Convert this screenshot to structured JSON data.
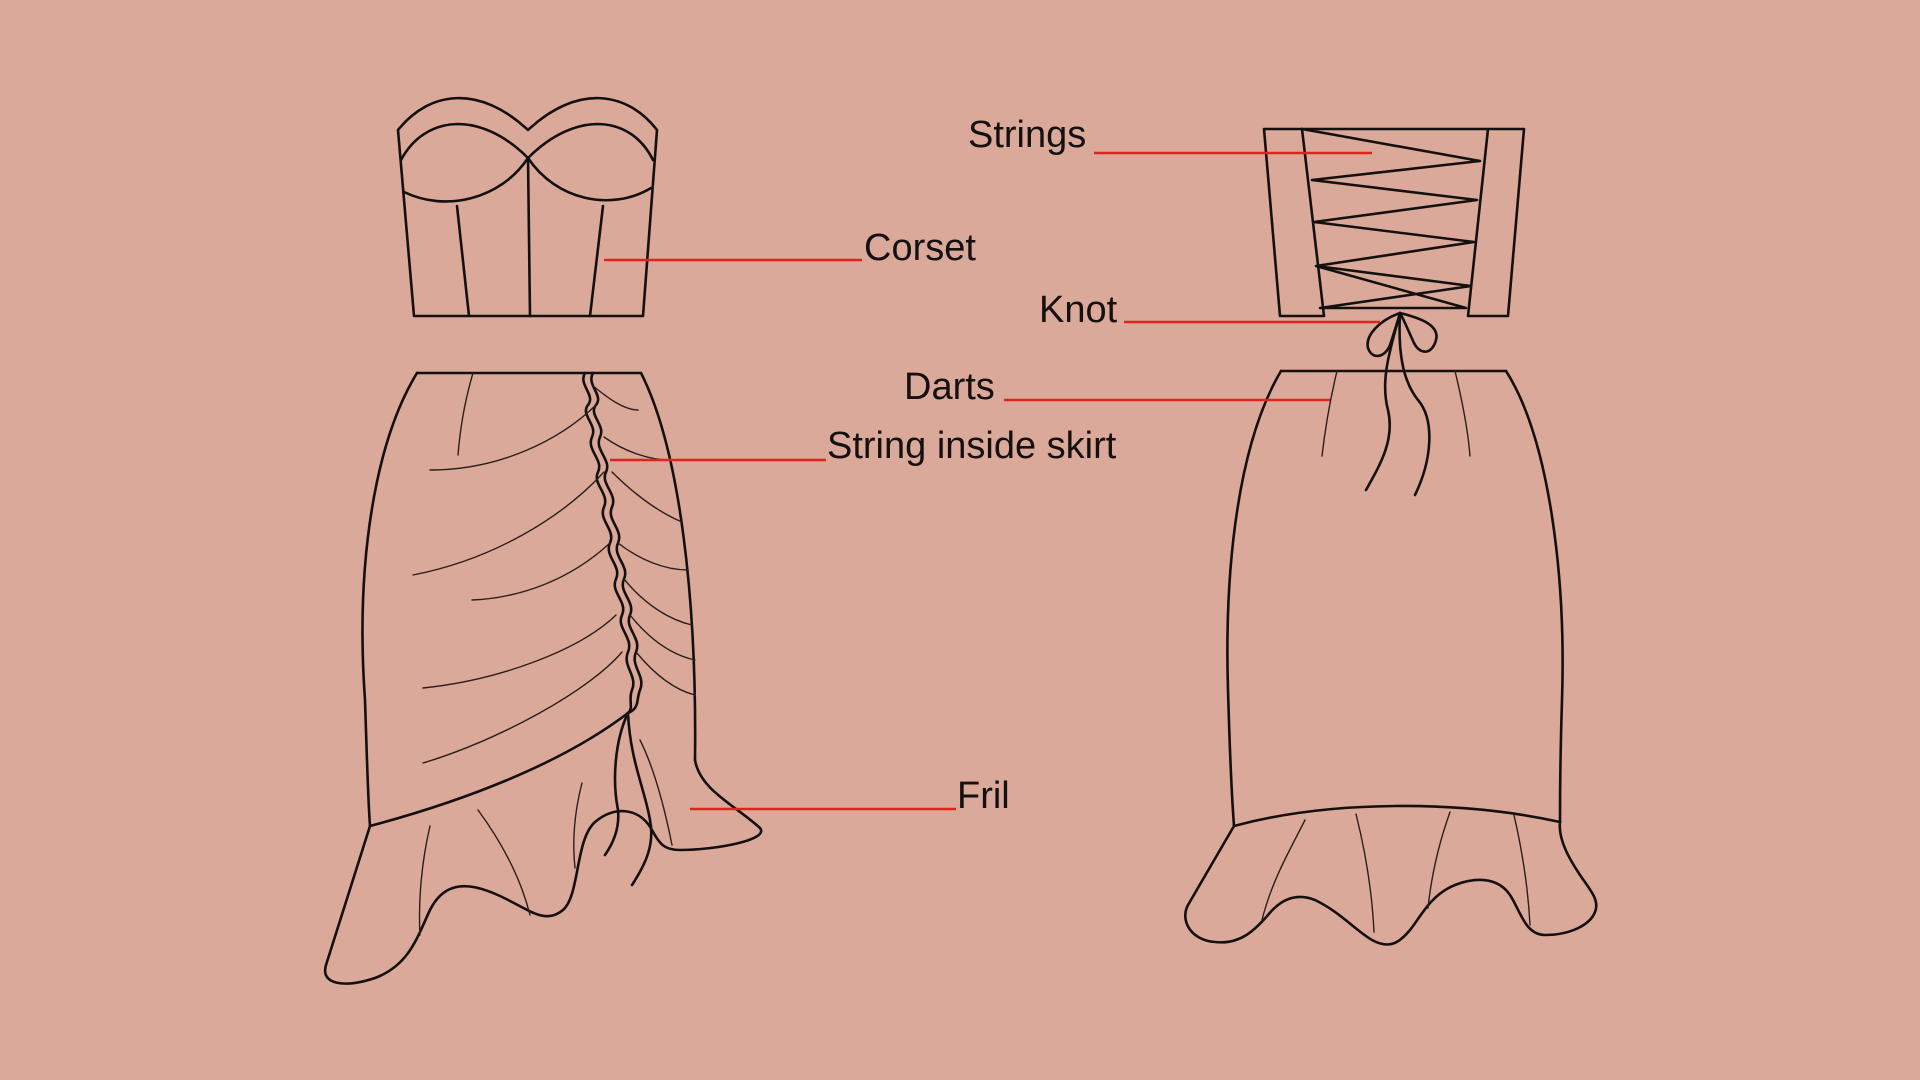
{
  "labels": {
    "corset": "Corset",
    "string_inside_skirt": "String inside skirt",
    "fril": "Fril",
    "strings": "Strings",
    "knot": "Knot",
    "darts": "Darts"
  },
  "colors": {
    "background": "#daa99a",
    "outline": "#151010",
    "leader_line": "#e2231a"
  }
}
